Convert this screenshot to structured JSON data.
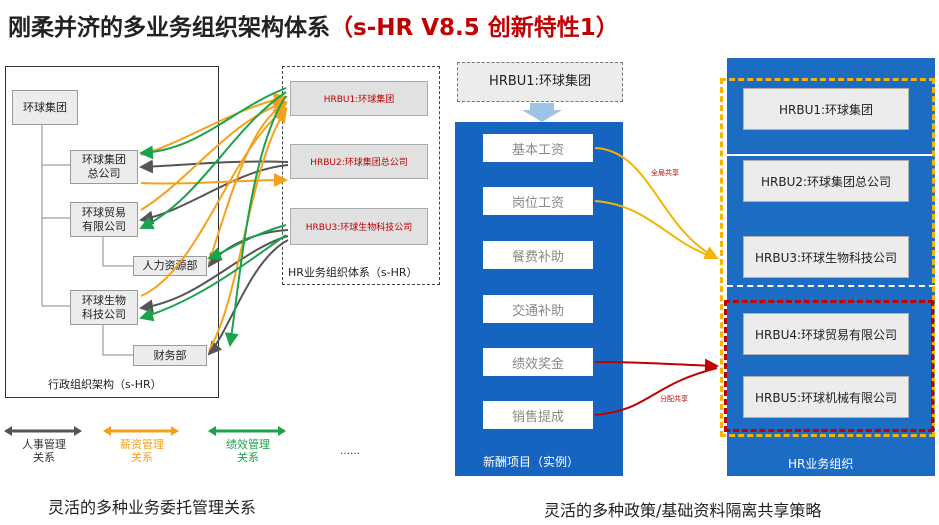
{
  "title": {
    "main": "刚柔并济的多业务组织架构体系",
    "accent": "（s-HR V8.5 创新特性1）"
  },
  "left": {
    "admin_nodes": {
      "group": "环球集团",
      "hq": "环球集团总公司",
      "trade": "环球贸易有限公司",
      "hr_dept": "人力资源部",
      "biotech": "环球生物科技公司",
      "finance": "财务部"
    },
    "admin_caption": "行政组织架构（s-HR）",
    "hr_units": [
      "HRBU1:环球集团",
      "HRBU2:环球集团总公司",
      "HRBU3:环球生物科技公司"
    ],
    "hr_caption": "HR业务组织体系（s-HR）",
    "legend": [
      {
        "label": "人事管理关系",
        "color": "#555555"
      },
      {
        "label": "薪资管理关系",
        "color": "#f5a11a"
      },
      {
        "label": "绩效管理关系",
        "color": "#1aa34a"
      }
    ],
    "legend_more": "……",
    "bottom_caption": "灵活的多种业务委托管理关系"
  },
  "right": {
    "top_box": "HRBU1:环球集团",
    "items": [
      "基本工资",
      "岗位工资",
      "餐费补助",
      "交通补助",
      "绩效奖金",
      "销售提成"
    ],
    "items_caption": "新酬项目（实例）",
    "units": [
      "HRBU1:环球集团",
      "HRBU2:环球集团总公司",
      "HRBU3:环球生物科技公司",
      "HRBU4:环球贸易有限公司",
      "HRBU5:环球机械有限公司"
    ],
    "units_caption": "HR业务组织",
    "share_global": "全局共享",
    "share_assigned": "分配共享",
    "bottom_caption": "灵活的多种政策/基础资料隔离共享策略"
  },
  "colors": {
    "accent_red": "#c00000",
    "blue": "#1565c0",
    "gray_line": "#555555",
    "orange": "#f5a11a",
    "green": "#1aa34a",
    "yellow": "#f6b300"
  }
}
